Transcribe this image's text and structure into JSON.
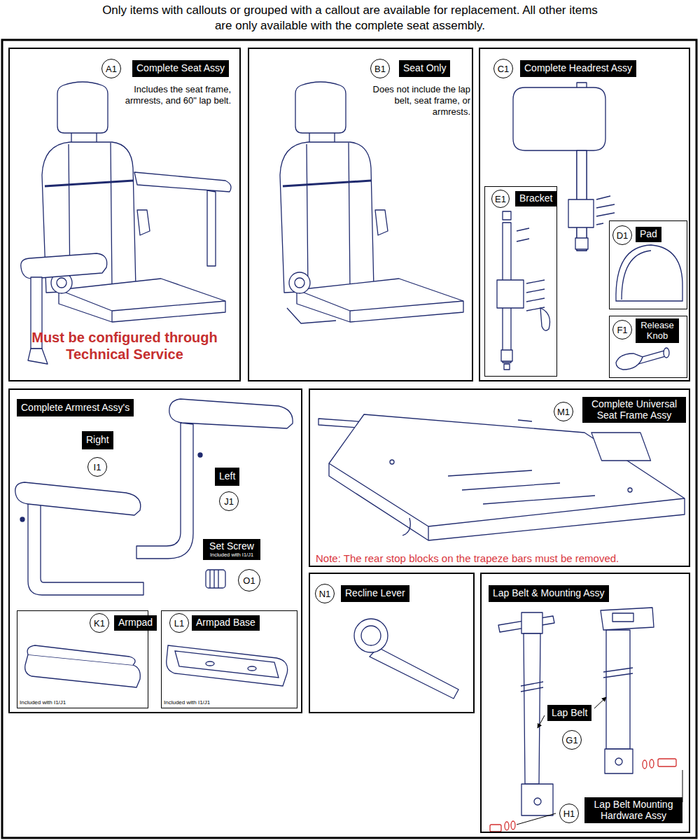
{
  "diagram": {
    "title": "Only items with callouts or grouped with a callout are available for replacement. All other items are only available with the complete seat assembly.",
    "nodes": [
      {
        "text": [
          "Includes the seat frame, armrests, and 60\" lap belt.",
          "Must be configured through Technical Service"
        ]
      },
      {
        "text": [
          "A1"
        ],
        "in": 0
      },
      {
        "text": [
          "Complete Seat Assy"
        ],
        "in": 0
      },
      {
        "text": [
          "Does not include the lap belt, seat frame, or armrests."
        ]
      },
      {
        "text": [
          "B1"
        ],
        "in": 3
      },
      {
        "text": [
          "Seat Only"
        ],
        "in": 3
      },
      {
        "text": []
      },
      {
        "text": [
          "C1"
        ],
        "in": 6
      },
      {
        "text": [
          "Complete Headrest Assy"
        ],
        "in": 6
      },
      {
        "text": [],
        "in": 6
      },
      {
        "text": [
          "E1"
        ],
        "in": 9
      },
      {
        "text": [
          "Bracket"
        ],
        "in": 9
      },
      {
        "text": [],
        "in": 6
      },
      {
        "text": [
          "D1"
        ],
        "in": 12
      },
      {
        "text": [
          "Pad"
        ],
        "in": 12
      },
      {
        "text": [],
        "in": 6
      },
      {
        "text": [
          "F1"
        ],
        "in": 15
      },
      {
        "text": [
          "Release Knob"
        ],
        "in": 15
      },
      {
        "text": []
      },
      {
        "text": [
          "Complete Armrest Assy's"
        ],
        "in": 18
      },
      {
        "text": [
          "Right"
        ],
        "in": 18
      },
      {
        "text": [
          "I1"
        ],
        "in": 18
      },
      {
        "text": [
          "Left"
        ],
        "in": 18
      },
      {
        "text": [
          "J1"
        ],
        "in": 18
      },
      {
        "text": [
          "Set Screw",
          "Included with I1/J1"
        ],
        "in": 18
      },
      {
        "text": [
          "O1"
        ],
        "in": 18
      },
      {
        "text": [
          "Included with I1/J1"
        ],
        "in": 18
      },
      {
        "text": [
          "K1"
        ],
        "in": 26
      },
      {
        "text": [
          "Armpad"
        ],
        "in": 26
      },
      {
        "text": [
          "Included with I1/J1"
        ],
        "in": 18
      },
      {
        "text": [
          "L1"
        ],
        "in": 29
      },
      {
        "text": [
          "Armpad Base"
        ],
        "in": 29
      },
      {
        "text": [
          "Note: The rear stop blocks on the trapeze bars must be removed."
        ]
      },
      {
        "text": [
          "M1"
        ],
        "in": 32
      },
      {
        "text": [
          "Complete Universal Seat Frame Assy"
        ],
        "in": 32
      },
      {
        "text": []
      },
      {
        "text": [
          "N1"
        ],
        "in": 35
      },
      {
        "text": [
          "Recline Lever"
        ],
        "in": 35
      },
      {
        "text": []
      },
      {
        "text": [
          "Lap Belt & Mounting Assy"
        ],
        "in": 38
      },
      {
        "text": [
          "Lap Belt"
        ],
        "in": 38
      },
      {
        "text": [
          "G1"
        ],
        "in": 38
      },
      {
        "text": [
          "Lap Belt Mounting Hardware Assy"
        ],
        "in": 38
      },
      {
        "text": [
          "H1"
        ],
        "in": 38
      }
    ]
  }
}
